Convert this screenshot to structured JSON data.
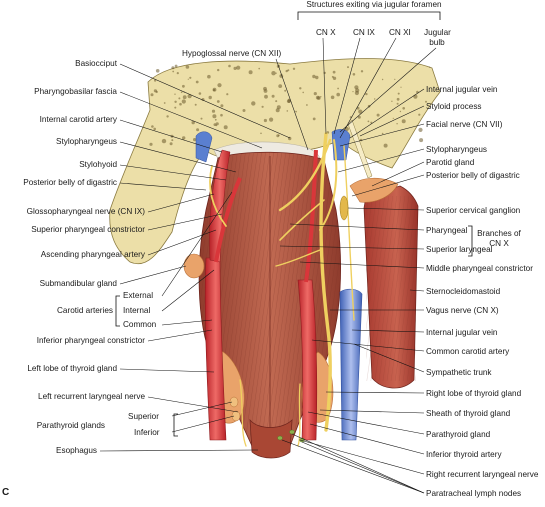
{
  "figure_letter": "C",
  "header": "Structures exiting via jugular foramen",
  "jugular_columns": [
    "CN X",
    "CN IX",
    "CN XI",
    "Jugular bulb"
  ],
  "top_label": "Hypoglossal nerve (CN XII)",
  "left_labels": [
    "Basiocciput",
    "Pharyngobasilar fascia",
    "Internal carotid artery",
    "Stylopharyngeus",
    "Stylohyoid",
    "Posterior belly of digastric",
    "Glossopharyngeal nerve (CN IX)",
    "Superior pharyngeal constrictor",
    "Ascending pharyngeal artery",
    "Submandibular gland",
    "Inferior pharyngeal constrictor",
    "Left lobe of thyroid gland",
    "Left recurrent laryngeal nerve",
    "Parathyroid glands",
    "Esophagus"
  ],
  "carotid_group": {
    "title": "Carotid arteries",
    "items": [
      "External",
      "Internal",
      "Common"
    ]
  },
  "parathyroid_items": [
    "Superior",
    "Inferior"
  ],
  "right_labels": [
    "Internal jugular vein",
    "Styloid process",
    "Facial nerve (CN VII)",
    "Stylopharyngeus",
    "Parotid gland",
    "Posterior belly of digastric",
    "Superior cervical ganglion",
    "Middle pharyngeal constrictor",
    "Sternocleidomastoid",
    "Vagus nerve (CN X)",
    "Internal jugular vein",
    "Common carotid artery",
    "Sympathetic trunk",
    "Right lobe of thyroid gland",
    "Sheath of thyroid gland",
    "Parathyroid gland",
    "Inferior thyroid artery",
    "Right recurrent laryngeal nerve",
    "Paratracheal lymph nodes"
  ],
  "vagus_branches": {
    "title": "Branches of CN X",
    "items": [
      "Pharyngeal",
      "Superior laryngeal"
    ]
  },
  "colors": {
    "bone": "#ecdfa8",
    "bone_dots": "#6b5a2c",
    "muscle": "#b4604a",
    "muscle_dark": "#8a3a2a",
    "artery": "#d9363a",
    "vein": "#5a7fd0",
    "nerve": "#efd060",
    "gland": "#e9a36a",
    "fascia": "#eeeae2",
    "scm": "#b5463a"
  }
}
